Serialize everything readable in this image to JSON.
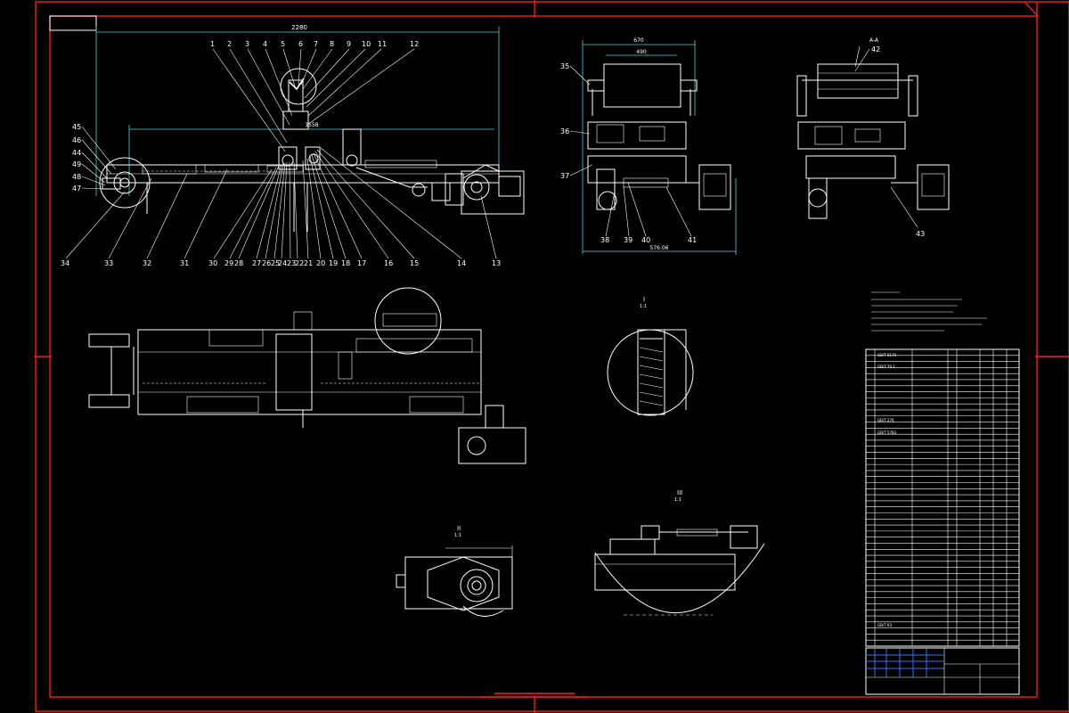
{
  "main_view": {
    "overall_dim": "2280",
    "inner_dim": "1558",
    "balloons_top": [
      "1",
      "2",
      "3",
      "4",
      "5",
      "6",
      "7",
      "8",
      "9",
      "10",
      "11",
      "12"
    ],
    "balloons_left": [
      "45",
      "46",
      "44",
      "49",
      "48",
      "47"
    ],
    "balloons_bottom": [
      "34",
      "33",
      "32",
      "31",
      "30",
      "29",
      "28",
      "27",
      "26",
      "25",
      "24",
      "23",
      "22",
      "21",
      "20",
      "19",
      "18",
      "17",
      "16",
      "15",
      "14",
      "13"
    ]
  },
  "side_view": {
    "dim_top": "670",
    "dim_inner": "490",
    "dim_bottom": "576.06",
    "balloons": [
      "35",
      "36",
      "37",
      "38",
      "39",
      "40",
      "41"
    ]
  },
  "section_view": {
    "label": "A-A",
    "balloons": [
      "42",
      "43"
    ]
  },
  "detail_labels": {
    "detail_1": "I",
    "detail_1_scale": "1:1",
    "detail_2": "II",
    "detail_2_scale": "1:1",
    "detail_3": "III",
    "detail_3_scale": "1:1"
  },
  "parts_table": {
    "std_codes": [
      "GB/T 6170",
      "GB/T 70.1",
      "GB/T 276",
      "GB/T 5783",
      "GB/T 93"
    ]
  }
}
